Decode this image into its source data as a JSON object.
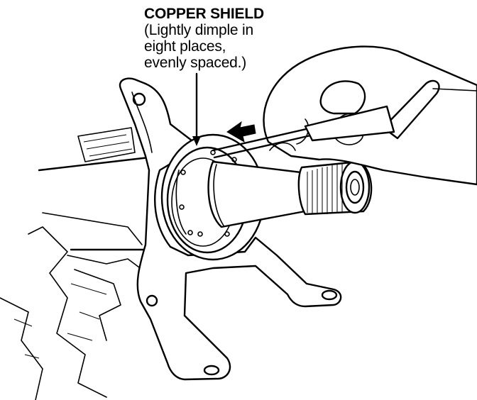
{
  "callout": {
    "title": "COPPER SHIELD",
    "lines": [
      "(Lightly dimple in",
      "eight places,",
      "evenly spaced.)"
    ]
  }
}
